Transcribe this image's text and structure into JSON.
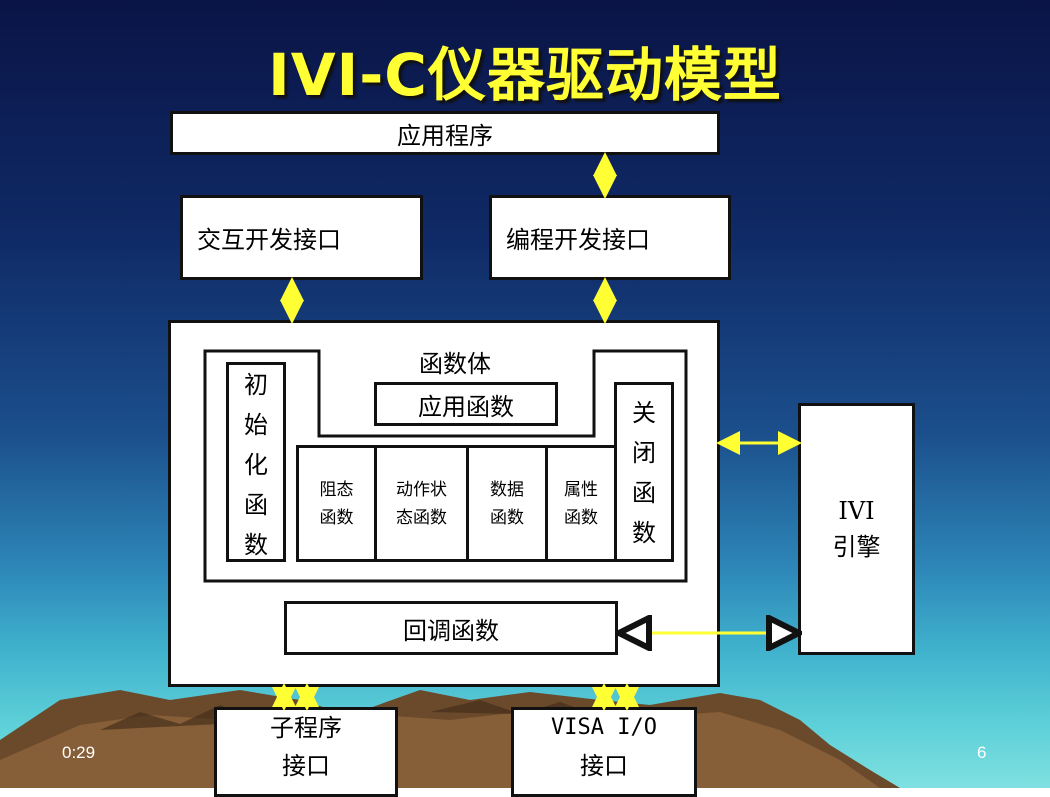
{
  "slide": {
    "title": "IVI-C仪器驱动模型",
    "time": "0:29",
    "page_number": "6"
  },
  "diagram": {
    "app": "应用程序",
    "interactive_if": "交互开发接口",
    "program_if": "编程开发接口",
    "body_label": "函数体",
    "app_functions": "应用函数",
    "init_func": [
      "初",
      "始",
      "化",
      "函",
      "数"
    ],
    "close_func": [
      "关",
      "闭",
      "函",
      "数"
    ],
    "mid_funcs": [
      {
        "line1": "阻态",
        "line2": "函数"
      },
      {
        "line1": "动作状",
        "line2": "态函数"
      },
      {
        "line1": "数据",
        "line2": "函数"
      },
      {
        "line1": "属性",
        "line2": "函数"
      }
    ],
    "callback": "回调函数",
    "ivi_engine_line1": "IVI",
    "ivi_engine_line2": "引擎",
    "sub_if_line1": "子程序",
    "sub_if_line2": "接口",
    "visa_if_line1": "VISA I/O",
    "visa_if_line2": "接口"
  },
  "colors": {
    "title": "#ffff33",
    "arrows": "#ffff33"
  }
}
